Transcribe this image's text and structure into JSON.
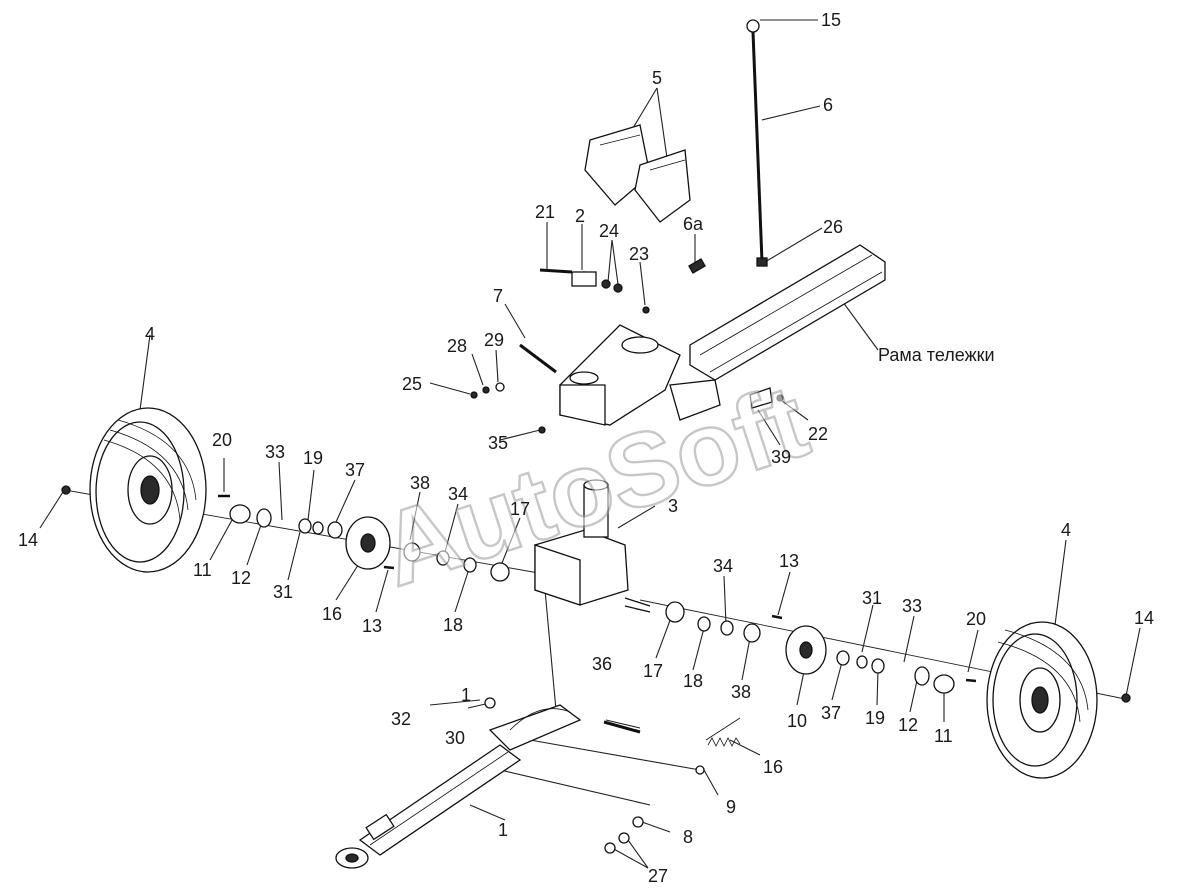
{
  "diagram": {
    "frame_caption": "Рама тележки",
    "watermark": "AutoSoft",
    "callouts": [
      "15",
      "6",
      "5",
      "21",
      "2",
      "24",
      "6а",
      "26",
      "23",
      "7",
      "28",
      "29",
      "25",
      "4",
      "35",
      "22",
      "39",
      "20",
      "33",
      "19",
      "37",
      "38",
      "34",
      "17",
      "3",
      "14",
      "11",
      "12",
      "31",
      "16",
      "13",
      "18",
      "34",
      "13",
      "31",
      "33",
      "20",
      "4",
      "14",
      "17",
      "18",
      "38",
      "10",
      "37",
      "19",
      "12",
      "11",
      "36",
      "32",
      "1",
      "30",
      "16",
      "9",
      "1",
      "8",
      "27"
    ]
  }
}
